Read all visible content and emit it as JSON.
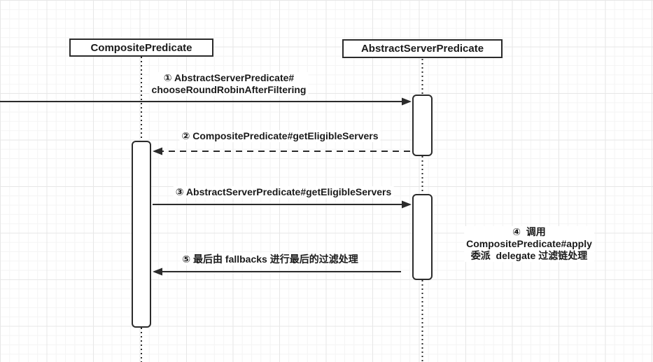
{
  "diagram": {
    "type": "uml-sequence-diagram",
    "participants": [
      {
        "id": "composite-predicate",
        "label": "CompositePredicate"
      },
      {
        "id": "abstract-server-predicate",
        "label": "AbstractServerPredicate"
      }
    ],
    "messages": [
      {
        "num": "1",
        "label": "① AbstractServerPredicate#\nchooseRoundRobinAfterFiltering",
        "style": "solid",
        "direction": "right",
        "from": "offscreen-left",
        "to": "abstract-server-predicate"
      },
      {
        "num": "2",
        "label": "② CompositePredicate#getEligibleServers",
        "style": "dashed",
        "direction": "left",
        "from": "abstract-server-predicate",
        "to": "composite-predicate"
      },
      {
        "num": "3",
        "label": "③ AbstractServerPredicate#getEligibleServers",
        "style": "solid",
        "direction": "right",
        "from": "composite-predicate",
        "to": "abstract-server-predicate"
      },
      {
        "num": "4",
        "label": "④  调用 CompositePredicate#apply\n委派  delegate 过滤链处理",
        "style": "note",
        "direction": "none",
        "from": "abstract-server-predicate",
        "to": "abstract-server-predicate"
      },
      {
        "num": "5",
        "label": "⑤ 最后由 fallbacks 进行最后的过滤处理",
        "style": "solid",
        "direction": "left",
        "from": "abstract-server-predicate",
        "to": "composite-predicate"
      }
    ],
    "colors": {
      "stroke": "#2b2b2b",
      "text": "#1a1a1a",
      "shape_fill": "#ffffff",
      "background": "#ffffff",
      "grid_minor": "#f4f4f4",
      "grid_major": "#e7e7e7"
    }
  }
}
